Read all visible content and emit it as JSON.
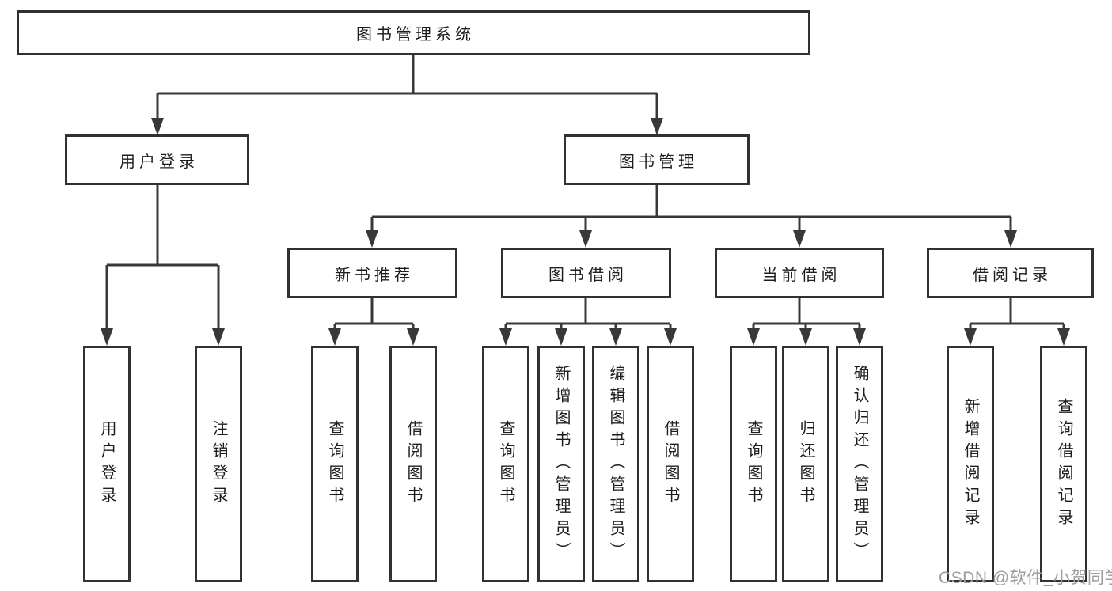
{
  "diagram": {
    "type": "hierarchy-tree",
    "orientation": "top-down",
    "colors": {
      "background": "#ffffff",
      "box_fill": "#ffffff",
      "box_border": "#313131",
      "connector": "#383838",
      "text": "#1d1d1f",
      "watermark_text": "#9c9ca2"
    }
  },
  "tree": {
    "root": {
      "label": "图书管理系统",
      "children": [
        {
          "label": "用户登录",
          "children": [
            {
              "label": "用户登录"
            },
            {
              "label": "注销登录"
            }
          ]
        },
        {
          "label": "图书管理",
          "children": [
            {
              "label": "新书推荐",
              "children": [
                {
                  "label": "查询图书"
                },
                {
                  "label": "借阅图书"
                }
              ]
            },
            {
              "label": "图书借阅",
              "children": [
                {
                  "label": "查询图书"
                },
                {
                  "label": "新增图书（管理员）"
                },
                {
                  "label": "编辑图书（管理员）"
                },
                {
                  "label": "借阅图书"
                }
              ]
            },
            {
              "label": "当前借阅",
              "children": [
                {
                  "label": "查询图书"
                },
                {
                  "label": "归还图书"
                },
                {
                  "label": "确认归还（管理员）"
                }
              ]
            },
            {
              "label": "借阅记录",
              "children": [
                {
                  "label": "新增借阅记录"
                },
                {
                  "label": "查询借阅记录"
                }
              ]
            }
          ]
        }
      ]
    }
  },
  "watermark": "CSDN @软件_小贺同学"
}
